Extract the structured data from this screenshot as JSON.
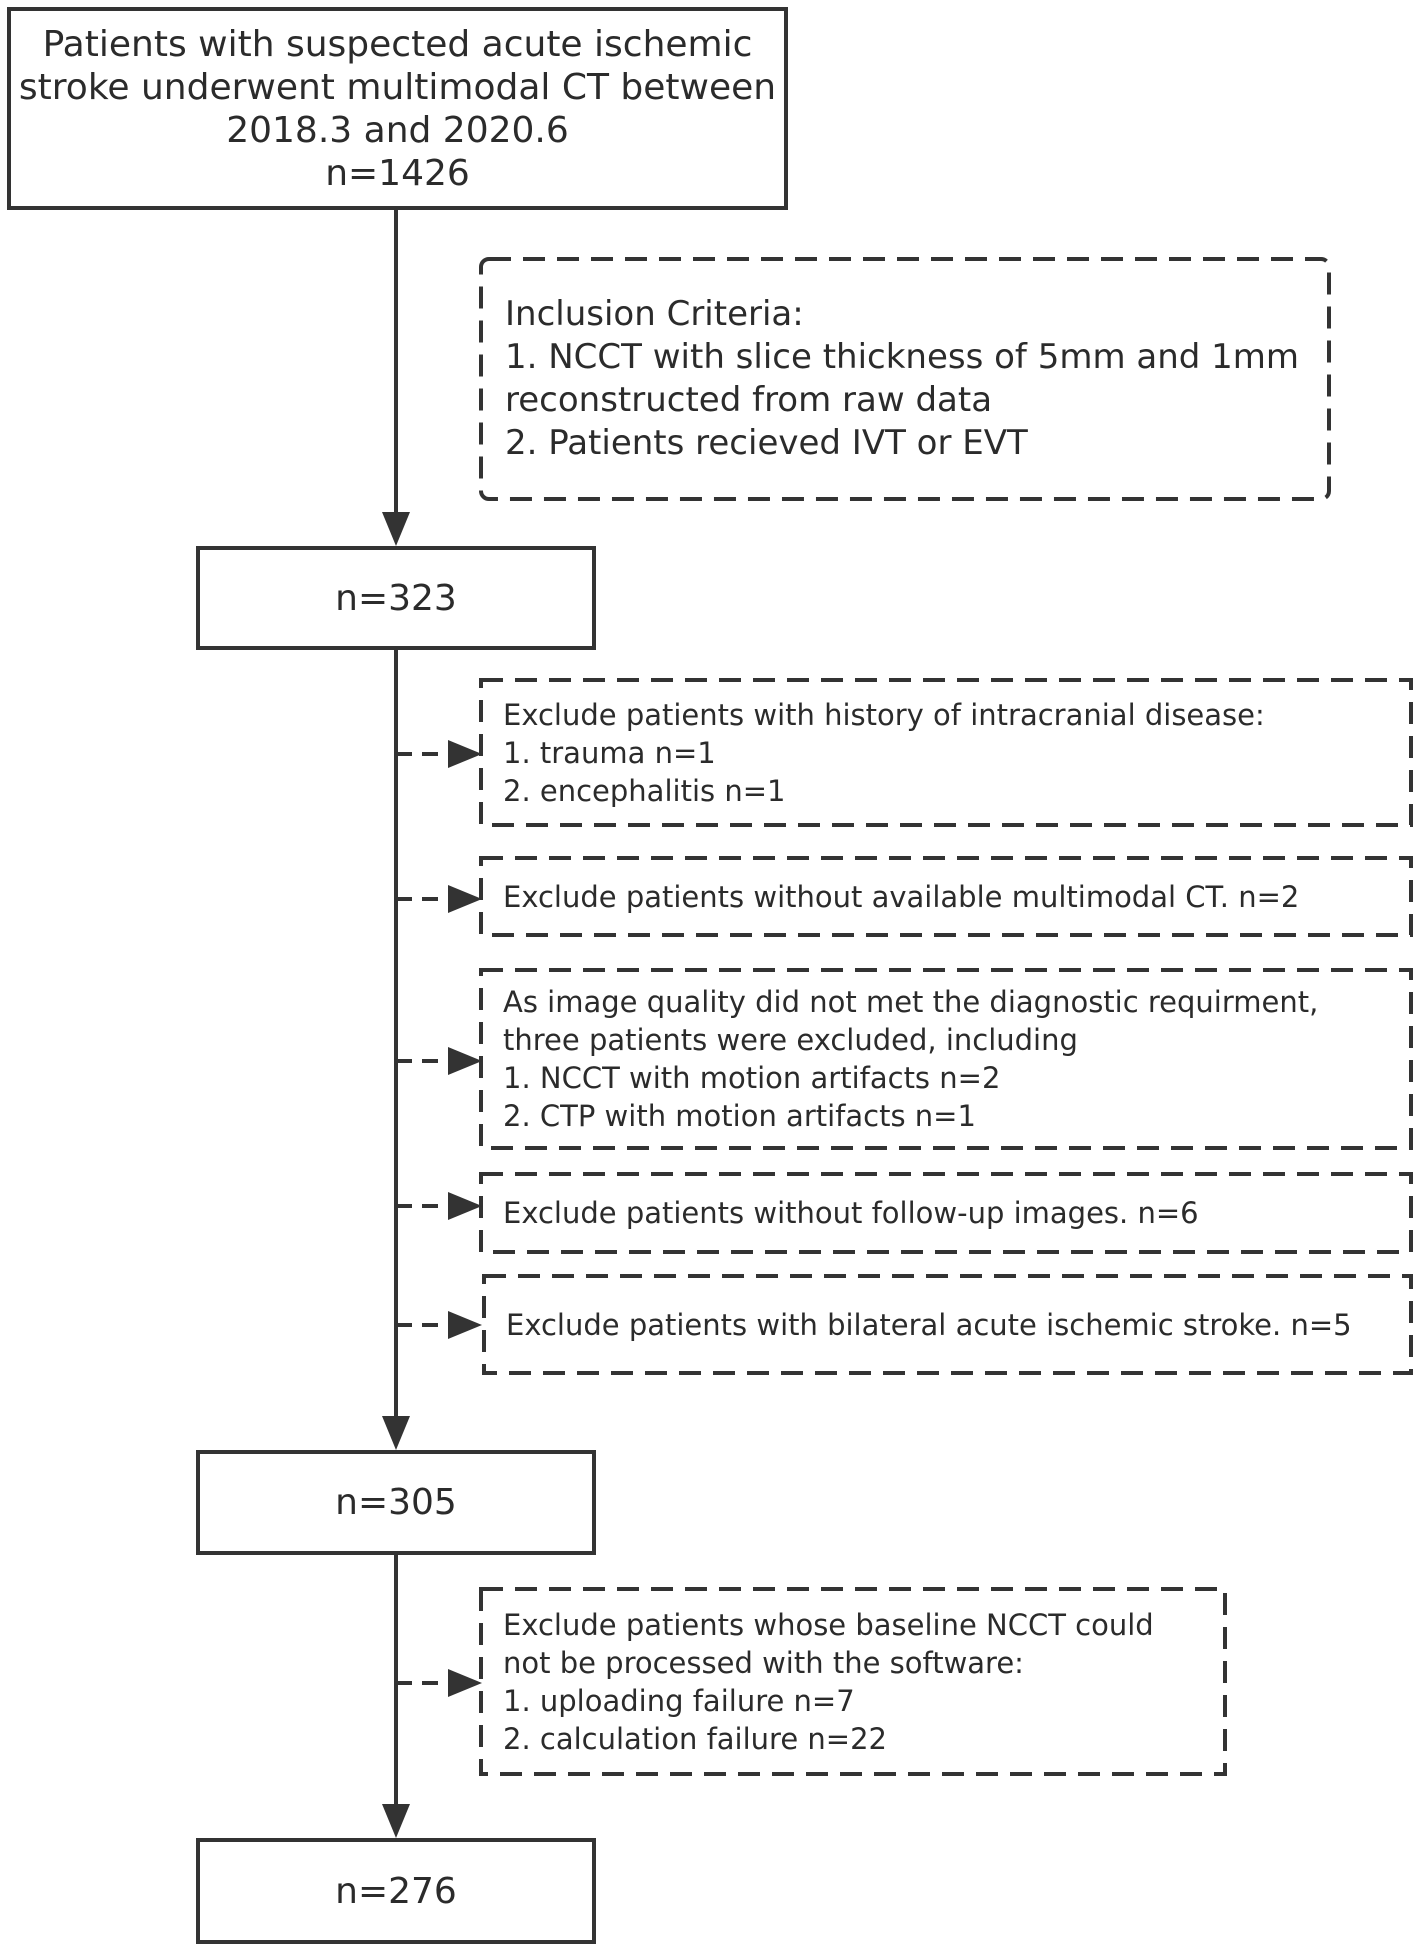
{
  "flowchart": {
    "source_box": {
      "lines": [
        "Patients with suspected acute ischemic",
        "stroke underwent multimodal CT between",
        "2018.3 and 2020.6",
        "n=1426"
      ]
    },
    "inclusion_criteria": {
      "lines": [
        "Inclusion Criteria:",
        "1. NCCT with slice thickness of 5mm and 1mm",
        "reconstructed from raw data",
        "2. Patients recieved IVT or EVT"
      ]
    },
    "after_inclusion": {
      "label": "n=323"
    },
    "exclusions_stage1": [
      {
        "lines": [
          "Exclude patients with history of intracranial disease:",
          "1. trauma n=1",
          "2. encephalitis n=1"
        ]
      },
      {
        "lines": [
          "Exclude patients without available multimodal CT. n=2"
        ]
      },
      {
        "lines": [
          "As image quality did not met the diagnostic requirment,",
          "three patients were excluded, including",
          "1. NCCT with motion artifacts n=2",
          "2. CTP with motion artifacts n=1"
        ]
      },
      {
        "lines": [
          "Exclude patients without follow-up images. n=6"
        ]
      },
      {
        "lines": [
          "Exclude patients with bilateral acute ischemic stroke. n=5"
        ]
      }
    ],
    "after_stage1": {
      "label": "n=305"
    },
    "exclusion_stage2": {
      "lines": [
        "Exclude patients whose baseline NCCT could",
        "not be processed with the software:",
        "1. uploading failure n=7",
        "2. calculation failure n=22"
      ]
    },
    "final_cohort": {
      "label": "n=276"
    },
    "colors": {
      "stroke": "#333333",
      "text": "#2b2b2b",
      "background": "#ffffff"
    }
  }
}
